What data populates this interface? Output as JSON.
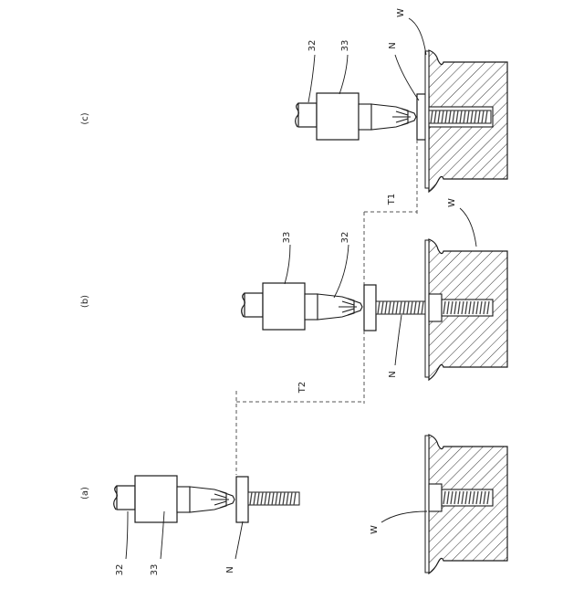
{
  "panels": [
    {
      "id": "a",
      "label": "(a)"
    },
    {
      "id": "b",
      "label": "(b)"
    },
    {
      "id": "c",
      "label": "(c)"
    }
  ],
  "refs": {
    "shaft": "32",
    "collar": "33",
    "nut": "N",
    "workpiece": "W"
  },
  "dimensions": {
    "t1": "T1",
    "t2": "T2"
  },
  "colors": {
    "stroke": "#1a1a1a",
    "thread": "#555555",
    "hatch": "#333333"
  }
}
